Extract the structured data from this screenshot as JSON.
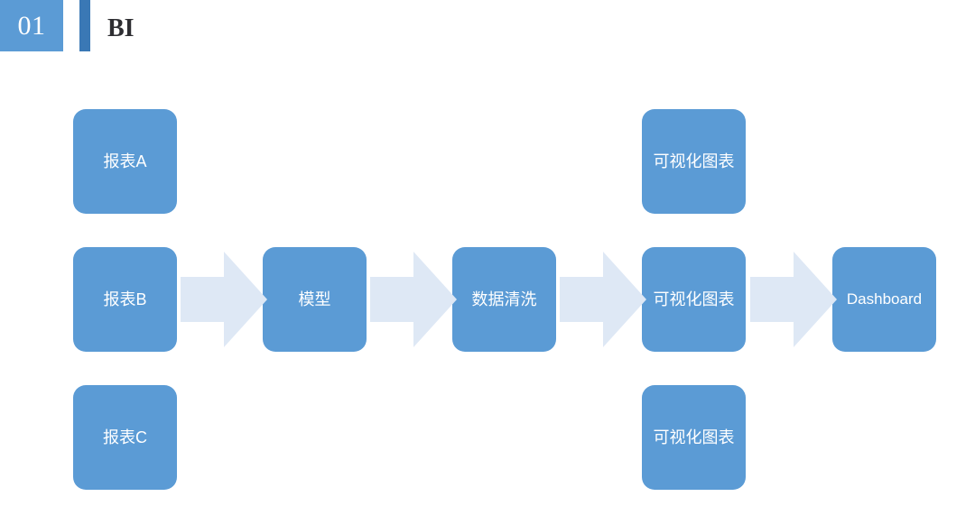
{
  "header": {
    "badge_number": "01",
    "title": "BI",
    "badge_color": "#5B9BD5",
    "bar_color": "#3A78B5",
    "title_color": "#2e2e32"
  },
  "diagram": {
    "node_color": "#5B9BD5",
    "node_text_color": "#FFFFFF",
    "arrow_color": "#DEE8F5",
    "nodes": [
      {
        "id": "report-a",
        "label": "报表A",
        "row": "top",
        "col": 1
      },
      {
        "id": "chart-top",
        "label": "可视化图表",
        "row": "top",
        "col": 4
      },
      {
        "id": "report-b",
        "label": "报表B",
        "row": "middle",
        "col": 1
      },
      {
        "id": "model",
        "label": "模型",
        "row": "middle",
        "col": 2
      },
      {
        "id": "data-cleaning",
        "label": "数据清洗",
        "row": "middle",
        "col": 3
      },
      {
        "id": "chart-middle",
        "label": "可视化图表",
        "row": "middle",
        "col": 4
      },
      {
        "id": "dashboard",
        "label": "Dashboard",
        "row": "middle",
        "col": 5
      },
      {
        "id": "report-c",
        "label": "报表C",
        "row": "bottom",
        "col": 1
      },
      {
        "id": "chart-bottom",
        "label": "可视化图表",
        "row": "bottom",
        "col": 4
      }
    ],
    "arrows": [
      {
        "id": "arrow-1",
        "from": "report-b",
        "to": "model"
      },
      {
        "id": "arrow-2",
        "from": "model",
        "to": "data-cleaning"
      },
      {
        "id": "arrow-3",
        "from": "data-cleaning",
        "to": "chart-middle"
      },
      {
        "id": "arrow-4",
        "from": "chart-middle",
        "to": "dashboard"
      }
    ]
  }
}
